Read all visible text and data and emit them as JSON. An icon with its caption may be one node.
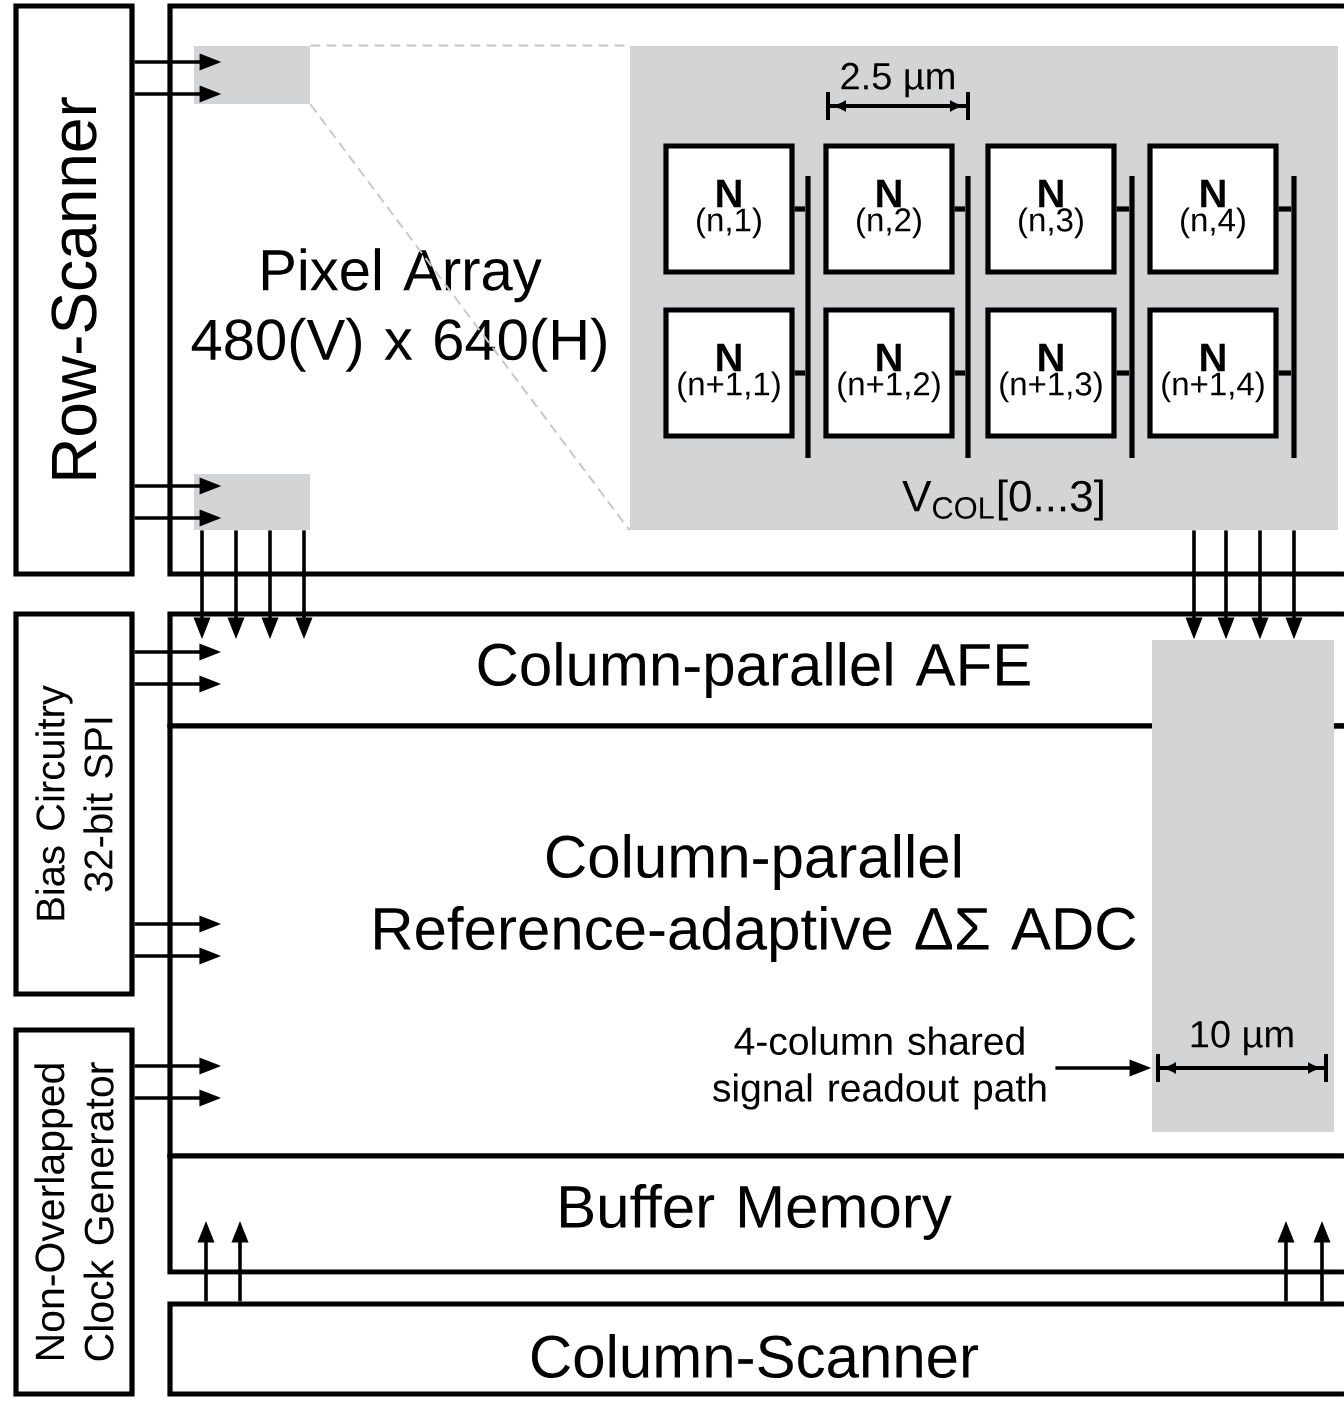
{
  "diagram": {
    "nodes": [
      {
        "text": [
          "Row-Scanner"
        ]
      },
      {
        "text": [
          "Pixel Array 480(V) x 640(H)"
        ]
      },
      {
        "text": [],
        "shape": "box",
        "in": 1
      },
      {
        "text": [],
        "shape": "box",
        "in": 1
      },
      {
        "text": [
          "V$_{COL}$[0...3]"
        ],
        "in": 1
      },
      {
        "text": [
          "N",
          "(n,1)"
        ],
        "in": 4
      },
      {
        "text": [
          "N",
          "(n,2)"
        ],
        "in": 4
      },
      {
        "text": [
          "N",
          "(n,3)"
        ],
        "in": 4
      },
      {
        "text": [
          "N",
          "(n,4)"
        ],
        "in": 4
      },
      {
        "text": [
          "N",
          "(n+1,1)"
        ],
        "in": 4
      },
      {
        "text": [
          "N",
          "(n+1,2)"
        ],
        "in": 4
      },
      {
        "text": [
          "N",
          "(n+1,3)"
        ],
        "in": 4
      },
      {
        "text": [
          "N",
          "(n+1,4)"
        ],
        "in": 4
      },
      {
        "text": [
          "Bias Circuitry 32-bit SPI"
        ]
      },
      {
        "text": [
          "Non-Overlapped Clock Generator"
        ]
      },
      {
        "text": [
          "Column-parallel AFE"
        ]
      },
      {
        "text": [
          "Column-parallel Reference-adaptive ΔΣ ADC"
        ]
      },
      {
        "text": [
          "Buffer Memory"
        ]
      },
      {
        "text": [
          "Column-Scanner"
        ]
      },
      {
        "text": [],
        "shape": "box"
      },
      {
        "text": [
          "4-column shared signal readout path"
        ],
        "in": 16
      },
      {
        "text": [],
        "shape": "bar",
        "in": 4
      },
      {
        "text": [],
        "shape": "bar",
        "in": 4
      },
      {
        "text": [],
        "shape": "bar",
        "in": 4
      },
      {
        "text": [],
        "shape": "bar",
        "in": 4
      }
    ],
    "edges": [
      {
        "from": 0,
        "to": 2,
        "arrow": "to"
      },
      {
        "from": 0,
        "to": 2,
        "arrow": "to"
      },
      {
        "from": 0,
        "to": 3,
        "arrow": "to"
      },
      {
        "from": 0,
        "to": 3,
        "arrow": "to"
      },
      {
        "from": 2,
        "to": 4,
        "arrow": "none",
        "style": "dashed",
        "color": "#c8c8c8"
      },
      {
        "from": 2,
        "to": 4,
        "arrow": "none",
        "style": "dashed",
        "color": "#c8c8c8"
      },
      {
        "from": 3,
        "to": 15,
        "arrow": "to"
      },
      {
        "from": 3,
        "to": 15,
        "arrow": "to"
      },
      {
        "from": 3,
        "to": 15,
        "arrow": "to"
      },
      {
        "from": 3,
        "to": 15,
        "arrow": "to"
      },
      {
        "from": 4,
        "to": 19,
        "arrow": "to"
      },
      {
        "from": 4,
        "to": 19,
        "arrow": "to"
      },
      {
        "from": 4,
        "to": 19,
        "arrow": "to"
      },
      {
        "from": 4,
        "to": 19,
        "arrow": "to"
      },
      {
        "from": 13,
        "to": 15,
        "arrow": "to"
      },
      {
        "from": 13,
        "to": 15,
        "arrow": "to"
      },
      {
        "from": 13,
        "to": 16,
        "arrow": "to"
      },
      {
        "from": 13,
        "to": 16,
        "arrow": "to"
      },
      {
        "from": 14,
        "to": 16,
        "arrow": "to"
      },
      {
        "from": 14,
        "to": 16,
        "arrow": "to"
      },
      {
        "from": 18,
        "to": 17,
        "arrow": "to"
      },
      {
        "from": 18,
        "to": 17,
        "arrow": "to"
      },
      {
        "from": 18,
        "to": 17,
        "arrow": "to"
      },
      {
        "from": 18,
        "to": 17,
        "arrow": "to"
      },
      {
        "from": 20,
        "to": 19,
        "arrow": "to"
      },
      {
        "from": 5,
        "to": 21,
        "arrow": "none"
      },
      {
        "from": 9,
        "to": 21,
        "arrow": "none"
      },
      {
        "from": 6,
        "to": 22,
        "arrow": "none"
      },
      {
        "from": 10,
        "to": 22,
        "arrow": "none"
      },
      {
        "from": 7,
        "to": 23,
        "arrow": "none"
      },
      {
        "from": 11,
        "to": 23,
        "arrow": "none"
      },
      {
        "from": 8,
        "to": 24,
        "arrow": "none"
      },
      {
        "from": 12,
        "to": 24,
        "arrow": "none"
      }
    ],
    "labels": [
      "2.5 µm",
      "10 µm"
    ]
  }
}
